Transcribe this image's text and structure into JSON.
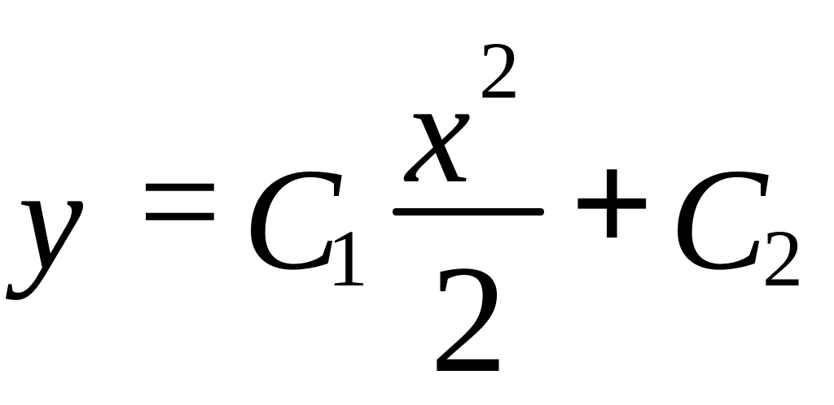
{
  "formula": {
    "lhs_variable": "y",
    "equals_sign": "=",
    "term1": {
      "constant": "C",
      "constant_subscript": "1",
      "fraction": {
        "numerator_variable": "x",
        "numerator_exponent": "2",
        "denominator": "2"
      }
    },
    "plus_sign": "+",
    "term2": {
      "constant": "C",
      "constant_subscript": "2"
    }
  },
  "colors": {
    "ink": "#000000",
    "background": "#ffffff"
  }
}
